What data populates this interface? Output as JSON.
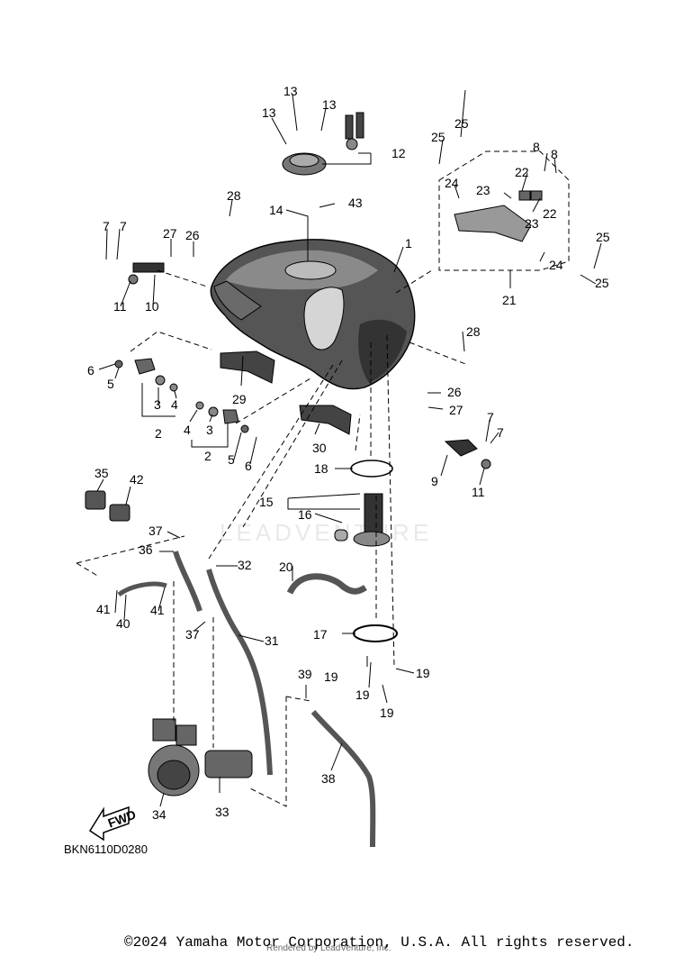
{
  "drawing_code": "BKN6110D0280",
  "copyright": "©2024 Yamaha Motor Corporation, U.S.A. All rights reserved.",
  "rendered_by": "Rendered by LeadVenture, Inc.",
  "watermark": "LEADVENTURE",
  "fwd_label": "FWD",
  "callouts": [
    "1",
    "2",
    "3",
    "4",
    "5",
    "6",
    "7",
    "8",
    "9",
    "10",
    "11",
    "12",
    "13",
    "14",
    "15",
    "16",
    "17",
    "18",
    "19",
    "20",
    "21",
    "22",
    "23",
    "24",
    "25",
    "26",
    "27",
    "28",
    "29",
    "30",
    "31",
    "32",
    "33",
    "34",
    "35",
    "36",
    "37",
    "38",
    "39",
    "40",
    "41",
    "42",
    "43"
  ]
}
